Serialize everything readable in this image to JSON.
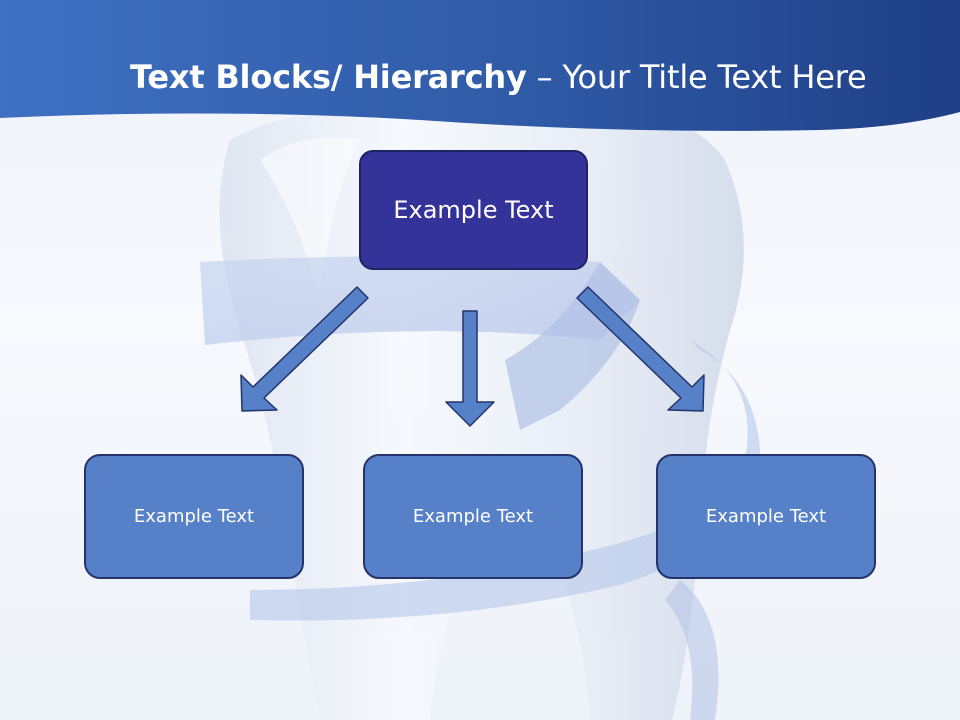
{
  "title": {
    "bold_part": "Text Blocks/ Hierarchy",
    "dash": "–",
    "regular_part": "Your Title Text Here"
  },
  "top_box": {
    "label": "Example Text"
  },
  "child_boxes": [
    {
      "label": "Example Text"
    },
    {
      "label": "Example Text"
    },
    {
      "label": "Example Text"
    }
  ],
  "colors": {
    "header": "#2f5aa6",
    "top_box": "#333399",
    "child_box": "#5680c8",
    "arrow": "#5680c8",
    "outline": "#24346a"
  }
}
